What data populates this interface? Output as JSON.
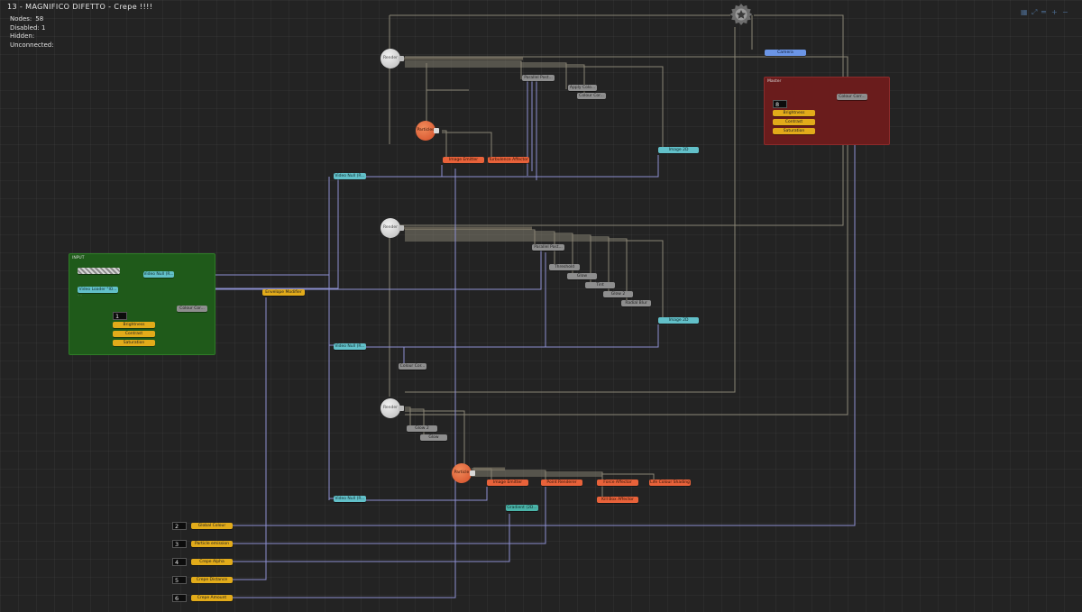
{
  "header": {
    "title": "13  -  MAGNIFICO  DIFETTO  -  Crepe  !!!!"
  },
  "stats": [
    {
      "label": "Nodes:",
      "value": "58"
    },
    {
      "label": "Disabled:",
      "value": "1"
    },
    {
      "label": "Hidden:",
      "value": ""
    },
    {
      "label": "Unconnected:",
      "value": ""
    }
  ],
  "toolbar": {
    "icons": [
      "grid-icon",
      "expand-icon",
      "fit-icon",
      "zoom-in-icon",
      "zoom-out-icon"
    ]
  },
  "colors": {
    "background": "#232323",
    "input_group": "#1f5a1a",
    "master_group": "#6a1c1c",
    "orange_node": "#e8623a",
    "yellow_node": "#e2ab1a",
    "cyan_node": "#62c0c9"
  },
  "groups": {
    "input": {
      "title": "INPUT",
      "value_box": "1",
      "nodes": {
        "video_null": "Video Null (R...",
        "video_loader": "Video Loader \"IO...",
        "colour_corr": "Colour Cor...",
        "brightness": "Brightness",
        "contrast": "Contrast",
        "saturation": "Saturation"
      }
    },
    "master": {
      "title": "Master",
      "value_box": "8",
      "nodes": {
        "colour_corr": "Colour Corr...",
        "brightness": "Brightness",
        "contrast": "Contrast",
        "saturation": "Saturation"
      }
    }
  },
  "nodes": {
    "render1": "Render",
    "render2": "Render",
    "render3": "Render",
    "camera": "Camera",
    "parallel_post1": "Parallel Post...",
    "apply_colour": "Apply Colo...",
    "colour_corr1": "Colour Cor...",
    "particles1": "Particles",
    "image_emitter1": "Image Emitter",
    "turbulence": "Turbulence Affector",
    "image2d_1": "Image 2D",
    "video_null1": "Video Null (R...",
    "parallel_post2": "Parallel Post...",
    "threshold": "Threshold",
    "glow1": "Glow",
    "tint": "Tint",
    "glow2": "Glow 2",
    "radial_blur": "Radial Blur",
    "image2d_2": "Image 2D",
    "envelope": "Envelope Modifier",
    "video_null2": "Video Null (R...",
    "colour_corr2": "Colour Cor...",
    "glow3": "Glow 2",
    "glow4": "Glow",
    "particles2": "Particle",
    "image_emitter2": "Image Emitter",
    "point_renderer": "Point Renderer",
    "force_affector": "Force Affector",
    "life_colour": "Life Colour Shading",
    "kill_box": "Kill Box Affector",
    "gradient": "Gradient (2D...",
    "video_null3": "Video Null (R..."
  },
  "inputs": [
    {
      "index": "2",
      "label": "Global Colour"
    },
    {
      "index": "3",
      "label": "Particle emission"
    },
    {
      "index": "4",
      "label": "Crepe Alpha"
    },
    {
      "index": "5",
      "label": "Crepe Distance"
    },
    {
      "index": "6",
      "label": "Crepe Amount"
    }
  ]
}
